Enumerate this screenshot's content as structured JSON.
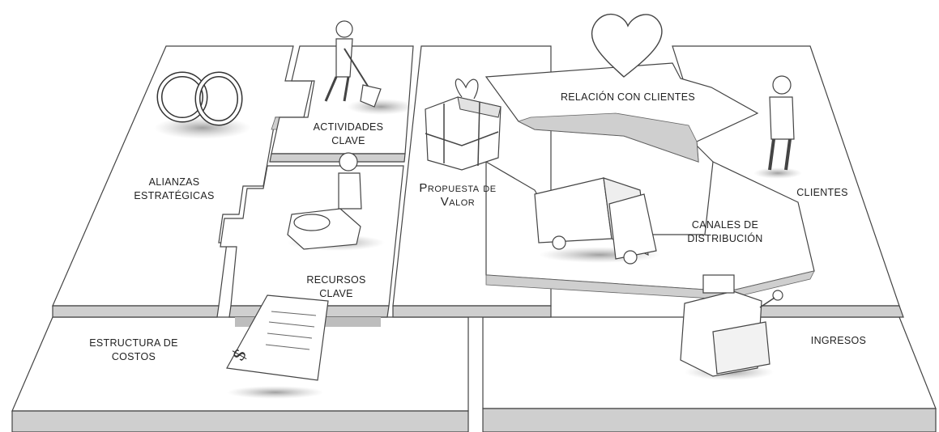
{
  "blocks": {
    "alianzas": {
      "line1": "ALIANZAS",
      "line2": "ESTRATÉGICAS"
    },
    "actividades": {
      "line1": "ACTIVIDADES",
      "line2": "CLAVE"
    },
    "recursos": {
      "line1": "RECURSOS",
      "line2": "CLAVE"
    },
    "propuesta": {
      "line1": "Propuesta de",
      "line2": "Valor"
    },
    "relacion": {
      "line1": "RELACIÓN CON CLIENTES"
    },
    "canales": {
      "line1": "CANALES DE",
      "line2": "DISTRIBUCIÓN"
    },
    "clientes": {
      "line1": "CLIENTES"
    },
    "costos": {
      "line1": "ESTRUCTURA DE",
      "line2": "COSTOS"
    },
    "ingresos": {
      "line1": "INGRESOS"
    }
  },
  "illustrations": [
    "rings-icon",
    "digging-person-icon",
    "gift-icon",
    "heart-icon",
    "standing-person-icon",
    "person-with-load-icon",
    "delivery-truck-icon",
    "cash-register-icon",
    "invoice-icon"
  ]
}
